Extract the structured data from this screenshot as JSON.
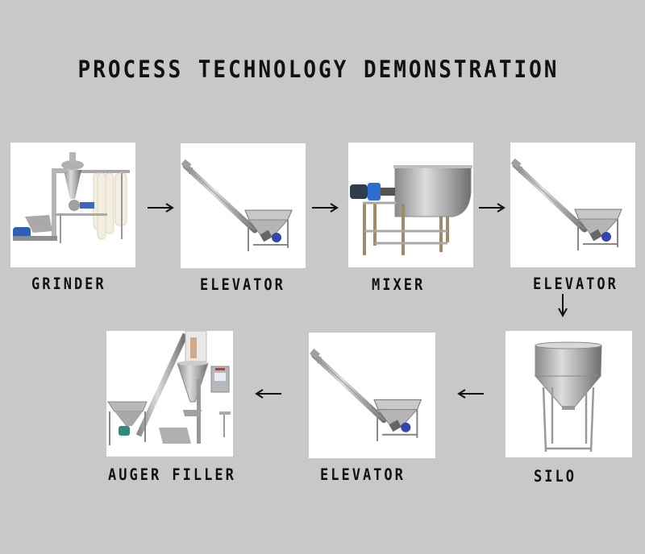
{
  "title": "PROCESS TECHNOLOGY DEMONSTRATION",
  "background_color": "#c8c8c8",
  "steps": [
    {
      "id": 1,
      "label": "GRINDER",
      "image": "grinder-machine"
    },
    {
      "id": 2,
      "label": "ELEVATOR",
      "image": "screw-elevator"
    },
    {
      "id": 3,
      "label": "MIXER",
      "image": "ribbon-mixer"
    },
    {
      "id": 4,
      "label": "ELEVATOR",
      "image": "screw-elevator"
    },
    {
      "id": 5,
      "label": "SILO",
      "image": "conical-silo"
    },
    {
      "id": 6,
      "label": "ELEVATOR",
      "image": "screw-elevator"
    },
    {
      "id": 7,
      "label": "AUGER FILLER",
      "image": "auger-filler-machine"
    }
  ],
  "flow": [
    {
      "from": "GRINDER",
      "to": "ELEVATOR",
      "direction": "right"
    },
    {
      "from": "ELEVATOR",
      "to": "MIXER",
      "direction": "right"
    },
    {
      "from": "MIXER",
      "to": "ELEVATOR",
      "direction": "right"
    },
    {
      "from": "ELEVATOR",
      "to": "SILO",
      "direction": "down"
    },
    {
      "from": "SILO",
      "to": "ELEVATOR",
      "direction": "left"
    },
    {
      "from": "ELEVATOR",
      "to": "AUGER FILLER",
      "direction": "left"
    }
  ]
}
